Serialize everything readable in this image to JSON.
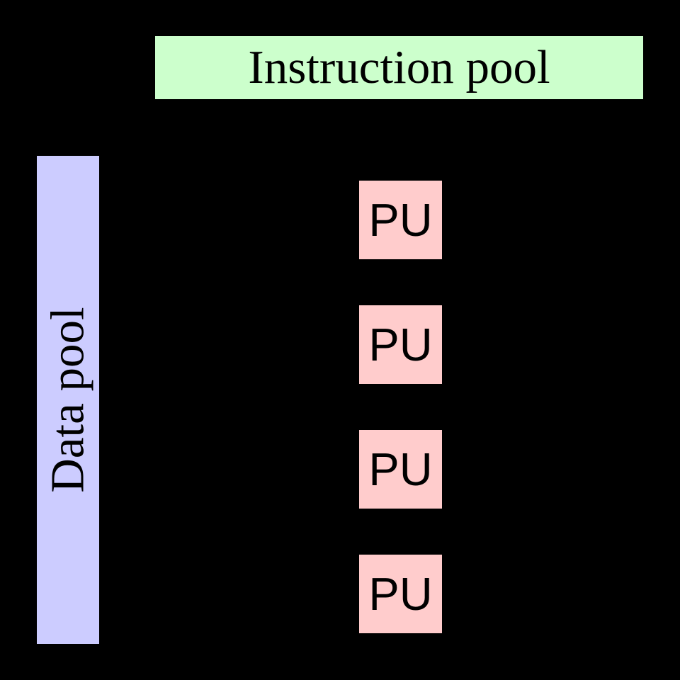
{
  "instruction_pool": {
    "label": "Instruction pool"
  },
  "data_pool": {
    "label": "Data pool"
  },
  "processing_units": [
    {
      "label": "PU"
    },
    {
      "label": "PU"
    },
    {
      "label": "PU"
    },
    {
      "label": "PU"
    }
  ],
  "colors": {
    "background": "#000000",
    "instruction_pool_fill": "#ccffcc",
    "data_pool_fill": "#ccccff",
    "processing_unit_fill": "#ffcccc",
    "text": "#000000"
  }
}
